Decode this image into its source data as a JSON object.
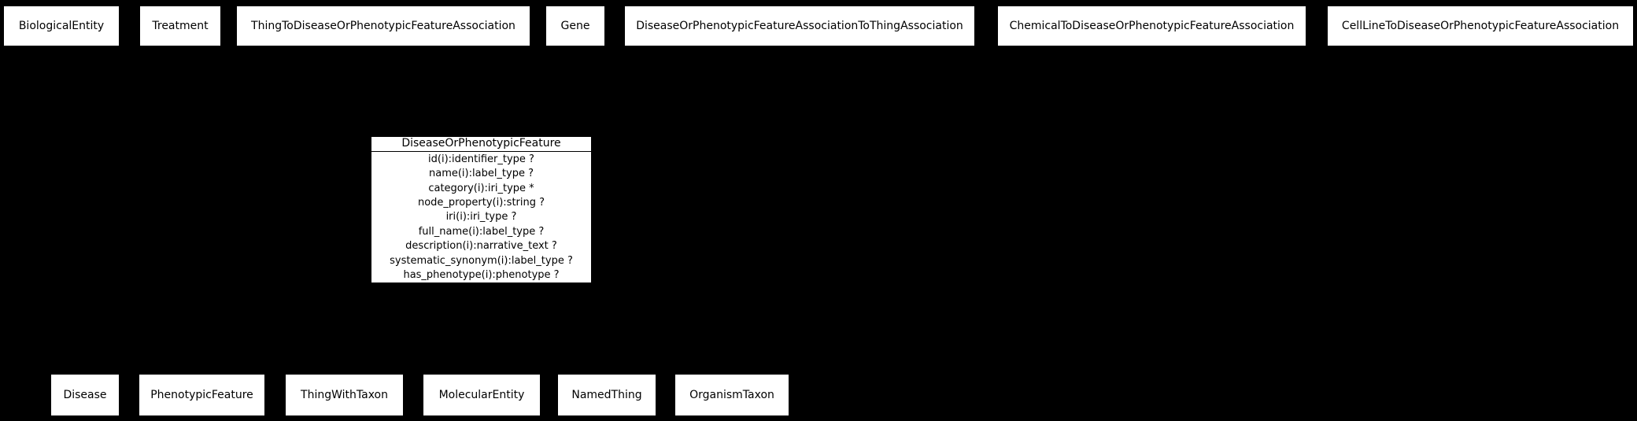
{
  "diagram": {
    "colors": {
      "background": "#000000",
      "node_fill": "#ffffff",
      "node_border": "#000000",
      "text": "#000000"
    },
    "top_row": [
      {
        "label": "BiologicalEntity"
      },
      {
        "label": "Treatment"
      },
      {
        "label": "ThingToDiseaseOrPhenotypicFeatureAssociation"
      },
      {
        "label": "Gene"
      },
      {
        "label": "DiseaseOrPhenotypicFeatureAssociationToThingAssociation"
      },
      {
        "label": "ChemicalToDiseaseOrPhenotypicFeatureAssociation"
      },
      {
        "label": "CellLineToDiseaseOrPhenotypicFeatureAssociation"
      }
    ],
    "class_box": {
      "title": "DiseaseOrPhenotypicFeature",
      "attributes": [
        "id(i):identifier_type ?",
        "name(i):label_type ?",
        "category(i):iri_type *",
        "node_property(i):string ?",
        "iri(i):iri_type ?",
        "full_name(i):label_type ?",
        "description(i):narrative_text ?",
        "systematic_synonym(i):label_type ?",
        "has_phenotype(i):phenotype ?"
      ]
    },
    "bottom_row": [
      {
        "label": "Disease"
      },
      {
        "label": "PhenotypicFeature"
      },
      {
        "label": "ThingWithTaxon"
      },
      {
        "label": "MolecularEntity"
      },
      {
        "label": "NamedThing"
      },
      {
        "label": "OrganismTaxon"
      }
    ]
  }
}
